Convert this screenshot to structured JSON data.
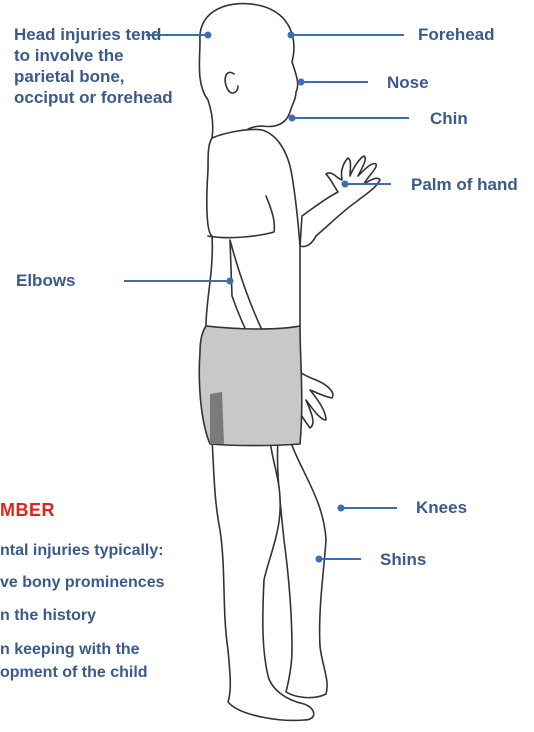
{
  "labels": {
    "head_note": "Head injuries tend to involve the parietal bone, occiput or forehead",
    "forehead": "Forehead",
    "nose": "Nose",
    "chin": "Chin",
    "palm": "Palm of hand",
    "elbows": "Elbows",
    "knees": "Knees",
    "shins": "Shins"
  },
  "remember": {
    "title": "MBER",
    "intro": "ntal injuries typically:",
    "items": [
      "ve bony prominences",
      "n the history",
      "n keeping with the",
      "opment of the child"
    ]
  },
  "colors": {
    "label_text": "#3a5a8c",
    "leader_line": "#3a6fb0",
    "remember_title": "#e3231b",
    "outline": "#333333",
    "shorts_fill": "#c8c8c8",
    "shorts_shadow": "#7a7a7a"
  }
}
